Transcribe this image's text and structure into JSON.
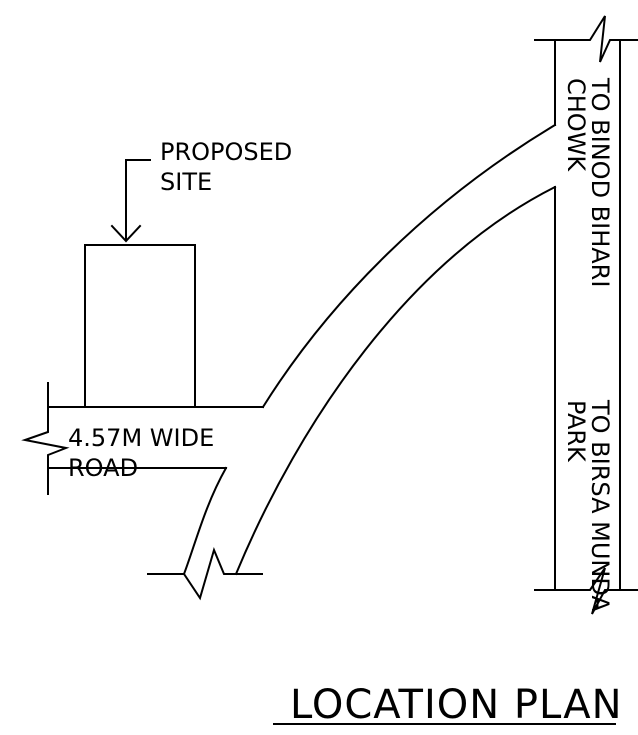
{
  "labels": {
    "proposed_line1": "PROPOSED",
    "proposed_line2": "SITE",
    "road_line1": "4.57M  WIDE",
    "road_line2": "ROAD",
    "binod_line1": "TO  BINOD  BIHARI",
    "binod_line2": "CHOWK",
    "birsa_line1": "TO  BIRSA  MUNDA",
    "birsa_line2": "PARK",
    "title": "LOCATION  PLAN"
  }
}
